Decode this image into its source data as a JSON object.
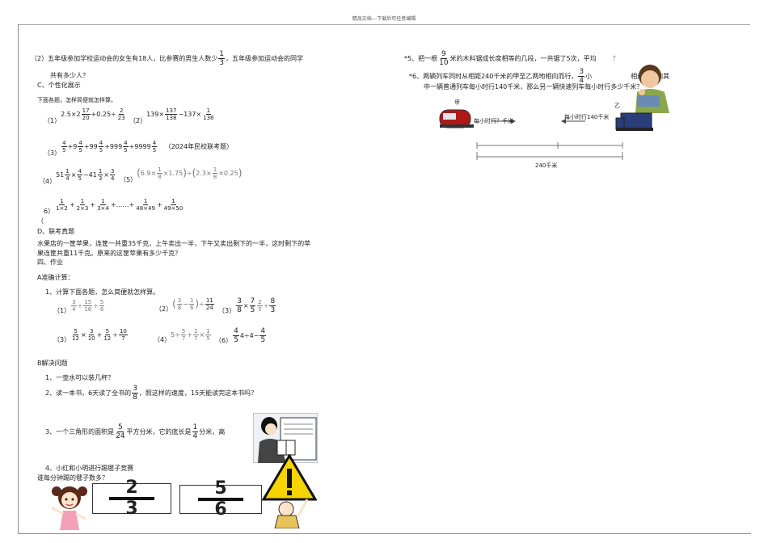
{
  "header": "精品文档---下载后可任意编辑",
  "left": {
    "q2_part1": "（2）五年级参加学校运动会的女生有18人，比参赛的男生人数少",
    "q2_frac": {
      "n": "1",
      "d": "3"
    },
    "q2_part2": "，五年级参加运动会的同学",
    "q2_line2": "共有多少人？",
    "sec_c": "C、个性化展示",
    "c_intro": "下面各题，怎样简便就怎样算。",
    "c1_label": "（1）",
    "c1_a": "2.5×2",
    "c1_f1": {
      "n": "17",
      "d": "20"
    },
    "c1_b": "+0.25÷",
    "c1_f2": {
      "n": "2",
      "d": "23"
    },
    "c2_label": "（2）",
    "c2_a": "139×",
    "c2_f1": {
      "n": "137",
      "d": "138"
    },
    "c2_b": "−137×",
    "c2_f2": {
      "n": "1",
      "d": "138"
    },
    "c3_label": "（3）",
    "c3_f": {
      "n": "4",
      "d": "5"
    },
    "c3_w1": "9",
    "c3_w2": "99",
    "c3_w3": "999",
    "c3_w4": "9999",
    "plus": "+",
    "c3_note": "（2024年民校联考题）",
    "c4_label": "（4）",
    "c4_a": "51",
    "c4_f1": {
      "n": "1",
      "d": "4"
    },
    "c4_b": "×",
    "c4_f2": {
      "n": "4",
      "d": "5"
    },
    "c4_c": "−41",
    "c4_f3": {
      "n": "1",
      "d": "3"
    },
    "c4_d": "×",
    "c4_f4": {
      "n": "3",
      "d": "4"
    },
    "c5_label": "（5）",
    "c5_a": "6.9×",
    "c5_f1": {
      "n": "1",
      "d": "8"
    },
    "c5_b": "×1.75",
    "c5_c": "÷",
    "c5_d": "2.3×",
    "c5_f2": {
      "n": "1",
      "d": "8"
    },
    "c5_e": "×0.25",
    "c6_label": "6）",
    "c6_f1": {
      "n": "1",
      "d": "1×2"
    },
    "c6_f2": {
      "n": "1",
      "d": "2×3"
    },
    "c6_f3": {
      "n": "1",
      "d": "3×4"
    },
    "c6_dots": "+……+",
    "c6_f4": {
      "n": "1",
      "d": "48×49"
    },
    "c6_f5": {
      "n": "1",
      "d": "49×50"
    },
    "c6_open": "（",
    "sec_d": "D、联考真题",
    "d_line1": "水果店的一筐苹果，连筐一共重35千克，上午卖出一半，下午又卖出剩下的一半，这时剩下的苹",
    "d_line2": "果连筐共重11千克。原来的这筐苹果有多少千克？",
    "sec_4": "四、作业",
    "sec_a": "A准确计算：",
    "a_intro": "1、计算下面各题，怎么简便就怎样算。",
    "a1_label": "（1）",
    "a1_f1": {
      "n": "3",
      "d": "4"
    },
    "a1_op1": "÷",
    "a1_f2": {
      "n": "15",
      "d": "16"
    },
    "a1_op2": "÷",
    "a1_f3": {
      "n": "5",
      "d": "6"
    },
    "a2_label": "（2）",
    "a2_f1": {
      "n": "3",
      "d": "8"
    },
    "a2_op1": "−",
    "a2_f2": {
      "n": "1",
      "d": "6"
    },
    "a2_op2": "÷",
    "a2_f3": {
      "n": "11",
      "d": "24"
    },
    "a3_label": "（3）",
    "a3_f1": {
      "n": "3",
      "d": "8"
    },
    "a3_op1": "×",
    "a3_f2": {
      "n": "7",
      "d": "5"
    },
    "a3_f3": {
      "n": "2",
      "d": "5"
    },
    "a3_op2": "÷",
    "a3_f4": {
      "n": "8",
      "d": "3"
    },
    "a4_label": "（3）",
    "a4_f1": {
      "n": "5",
      "d": "12"
    },
    "a4_op1": "×",
    "a4_f2": {
      "n": "3",
      "d": "10"
    },
    "a4_op2": "+",
    "a4_f3": {
      "n": "5",
      "d": "12"
    },
    "a4_op3": "÷",
    "a4_f4": {
      "n": "10",
      "d": "7"
    },
    "a5_label": "（4）",
    "a5_a": "5÷",
    "a5_f1": {
      "n": "5",
      "d": "7"
    },
    "a5_op1": "+",
    "a5_f2": {
      "n": "2",
      "d": "7"
    },
    "a5_op2": "×",
    "a5_f3": {
      "n": "1",
      "d": "5"
    },
    "a6_label": "（6）",
    "a6_f1": {
      "n": "4",
      "d": "5"
    },
    "a6_w": "4",
    "a6_op": "÷4−",
    "a6_f2": {
      "n": "4",
      "d": "5"
    },
    "sec_b": "B解决问题",
    "b1": "1、一壶水可以装几杯？",
    "b2_a": "2、读一本书，6天读了全书的",
    "b2_f": {
      "n": "3",
      "d": "8"
    },
    "b2_b": "，照这样的速度，15天能读完这本书吗？",
    "b3_a": "3、一个三角形的面积是",
    "b3_f1": {
      "n": "5",
      "d": "24"
    },
    "b3_b": "平方分米，它的底长是",
    "b3_f2": {
      "n": "1",
      "d": "4"
    },
    "b3_c": "分米，高",
    "b4_line1": "4、小红和小明进行踢毽子竞赛",
    "b4_line2": "谁每分钟踢的毽子数多？",
    "box1": {
      "n": "2",
      "d": "3"
    },
    "box2": {
      "n": "5",
      "d": "6"
    }
  },
  "right": {
    "q5_a": "*5、把一根",
    "q5_f": {
      "n": "9",
      "d": "10"
    },
    "q5_b": "米的木料锯成长度相等的几段，一共锯了5次，平均",
    "q5_c": "？",
    "q6_a": "*6、两辆列车同时从相距240千米的甲至乙两地相向而行，",
    "q6_f": {
      "n": "3",
      "d": "4"
    },
    "q6_b": "小",
    "q6_c": "相遇，已知其",
    "q6_line2": "中一辆普通列车每小时行140千米，那么另一辆快速列车每小时行多少千米？",
    "label_jia": "甲",
    "label_yi": "乙",
    "speed_left": "每小时行？千米",
    "speed_right": "每小时行140千米",
    "distance": "240千米"
  }
}
